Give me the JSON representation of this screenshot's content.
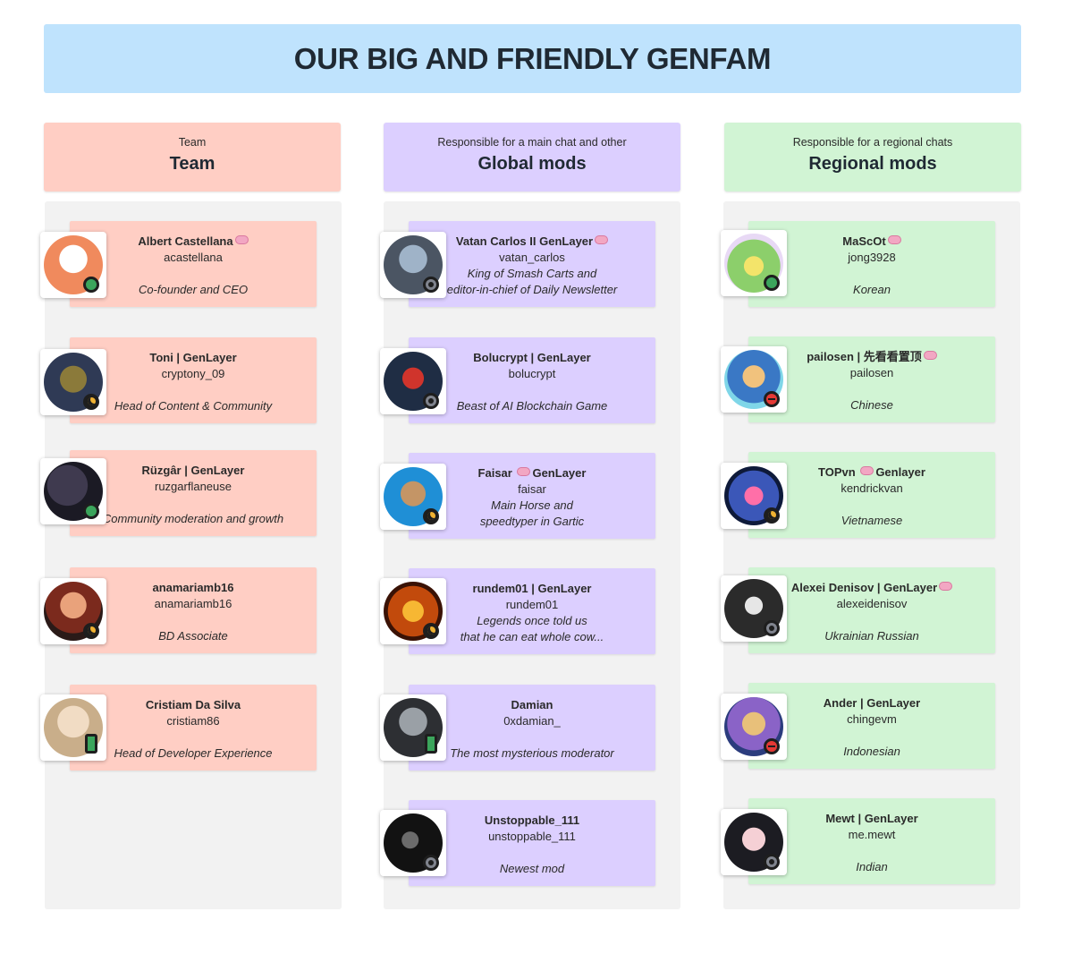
{
  "banner": {
    "title": "OUR BIG AND FRIENDLY GENFAM"
  },
  "columns": [
    {
      "subtitle": "Team",
      "title": "Team",
      "color": "#ffcec4"
    },
    {
      "subtitle": "Responsible for a main chat and other",
      "title": "Global mods",
      "color": "#dccfff"
    },
    {
      "subtitle": "Responsible for a regional chats",
      "title": "Regional mods",
      "color": "#d1f4d4"
    }
  ],
  "team": [
    {
      "name": "Albert Castellana",
      "brain": true,
      "handle": "acastellana",
      "role1": "Co-founder and CEO",
      "status": "online"
    },
    {
      "name": "Toni | GenLayer",
      "handle": "cryptony_09",
      "role1": "Head of Content & Community",
      "status": "idle"
    },
    {
      "name": "Rüzgâr | GenLayer",
      "handle": "ruzgarflaneuse",
      "role1": "Community moderation and growth",
      "status": "online"
    },
    {
      "name": "anamariamb16",
      "handle": "anamariamb16",
      "role1": "BD Associate",
      "status": "idle"
    },
    {
      "name": "Cristiam Da Silva",
      "handle": "cristiam86",
      "role1": "Head of Developer Experience",
      "status": "mobile"
    }
  ],
  "global": [
    {
      "name": "Vatan Carlos II GenLayer",
      "brain": true,
      "handle": "vatan_carlos",
      "role1": "King of Smash Carts and",
      "role2": "editor-in-chief of Daily Newsletter",
      "status": "offline"
    },
    {
      "name": "Bolucrypt | GenLayer",
      "handle": "bolucrypt",
      "role1": "Beast of AI Blockchain Game",
      "status": "offline"
    },
    {
      "name": "Faisar",
      "brain": "mid",
      "name2": "GenLayer",
      "handle": "faisar",
      "role1": "Main Horse and",
      "role2": "speedtyper in Gartic",
      "status": "idle"
    },
    {
      "name": "rundem01 | GenLayer",
      "handle": "rundem01",
      "role1": "Legends once told us",
      "role2": "that he can eat whole cow...",
      "status": "idle"
    },
    {
      "name": "Damian",
      "handle": "0xdamian_",
      "role1": "The most mysterious moderator",
      "status": "mobile"
    },
    {
      "name": "Unstoppable_111",
      "handle": "unstoppable_111",
      "role1": "Newest mod",
      "status": "offline"
    }
  ],
  "regional": [
    {
      "name": "MaScOt",
      "brain": true,
      "handle": "jong3928",
      "role1": "Korean",
      "status": "online"
    },
    {
      "name": "pailosen | 先看看置顶",
      "brain": true,
      "handle": "pailosen",
      "role1": "Chinese",
      "status": "dnd"
    },
    {
      "name": "TOPvn",
      "brain": "mid",
      "name2": "Genlayer",
      "handle": "kendrickvan",
      "role1": "Vietnamese",
      "status": "idle"
    },
    {
      "name": "Alexei Denisov | GenLayer",
      "brain": true,
      "handle": "alexeidenisov",
      "role1": "Ukrainian Russian",
      "status": "offline"
    },
    {
      "name": "Ander | GenLayer",
      "handle": "chingevm",
      "role1": "Indonesian",
      "status": "dnd"
    },
    {
      "name": "Mewt | GenLayer",
      "handle": "me.mewt",
      "role1": "Indian",
      "status": "offline"
    }
  ]
}
